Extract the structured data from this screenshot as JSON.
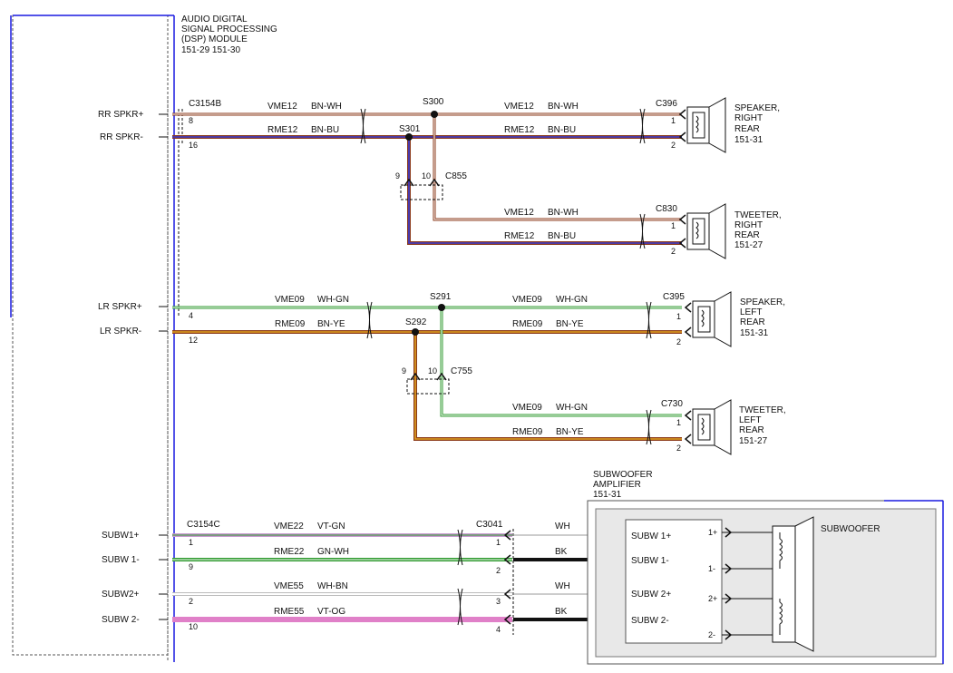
{
  "module": {
    "title_lines": [
      "AUDIO DIGITAL",
      "SIGNAL PROCESSING",
      "(DSP) MODULE",
      "151-29    151-30"
    ],
    "outputs": [
      "RR SPKR+",
      "RR SPKR-",
      "LR SPKR+",
      "LR SPKR-",
      "SUBW1+",
      "SUBW 1-",
      "SUBW2+",
      "SUBW 2-"
    ],
    "connectors": [
      "C3154B",
      "C3154C"
    ],
    "pins": [
      "8",
      "16",
      "4",
      "12",
      "1",
      "9",
      "2",
      "10"
    ]
  },
  "circuits": {
    "rr_plus": {
      "name": "VME12",
      "color": "BN-WH"
    },
    "rr_minus": {
      "name": "RME12",
      "color": "BN-BU"
    },
    "lr_plus": {
      "name": "VME09",
      "color": "WH-GN"
    },
    "lr_minus": {
      "name": "RME09",
      "color": "BN-YE"
    },
    "subw1_plus": {
      "name": "VME22",
      "color": "VT-GN"
    },
    "subw1_minus": {
      "name": "RME22",
      "color": "GN-WH"
    },
    "subw2_plus": {
      "name": "VME55",
      "color": "WH-BN"
    },
    "subw2_minus": {
      "name": "RME55",
      "color": "VT-OG"
    }
  },
  "splices": [
    "S300",
    "S301",
    "S291",
    "S292"
  ],
  "inline_connectors": [
    {
      "id": "C855",
      "pins": [
        "9",
        "10"
      ]
    },
    {
      "id": "C755",
      "pins": [
        "9",
        "10"
      ]
    },
    {
      "id": "C3041",
      "pins": [
        "1",
        "2",
        "3",
        "4"
      ]
    }
  ],
  "components": [
    {
      "connector": "C396",
      "lines": [
        "SPEAKER,",
        "RIGHT",
        "REAR",
        "151-31"
      ],
      "pins": [
        "1",
        "2"
      ]
    },
    {
      "connector": "C830",
      "lines": [
        "TWEETER,",
        "RIGHT",
        "REAR",
        "151-27"
      ],
      "pins": [
        "1",
        "2"
      ]
    },
    {
      "connector": "C395",
      "lines": [
        "SPEAKER,",
        "LEFT",
        "REAR",
        "151-31"
      ],
      "pins": [
        "1",
        "2"
      ]
    },
    {
      "connector": "C730",
      "lines": [
        "TWEETER,",
        "LEFT",
        "REAR",
        "151-27"
      ],
      "pins": [
        "1",
        "2"
      ]
    }
  ],
  "amplifier": {
    "title_lines": [
      "SUBWOOFER",
      "AMPLIFIER",
      "151-31"
    ],
    "wire_colors": [
      "WH",
      "BK",
      "WH",
      "BK"
    ],
    "inputs": [
      "SUBW 1+",
      "SUBW 1-",
      "SUBW 2+",
      "SUBW 2-"
    ],
    "outputs": [
      "1+",
      "1-",
      "2+",
      "2-"
    ],
    "subwoofer_label": "SUBWOOFER"
  },
  "colors": {
    "brown": "#8b3a1a",
    "white": "#ffffff",
    "blue": "#3a3ad0",
    "green": "#2e9a2e",
    "yellow": "#e0a020",
    "violet": "#c89ad0",
    "orange_violet": "#e080c8",
    "module_border": "#1a1ae0"
  }
}
